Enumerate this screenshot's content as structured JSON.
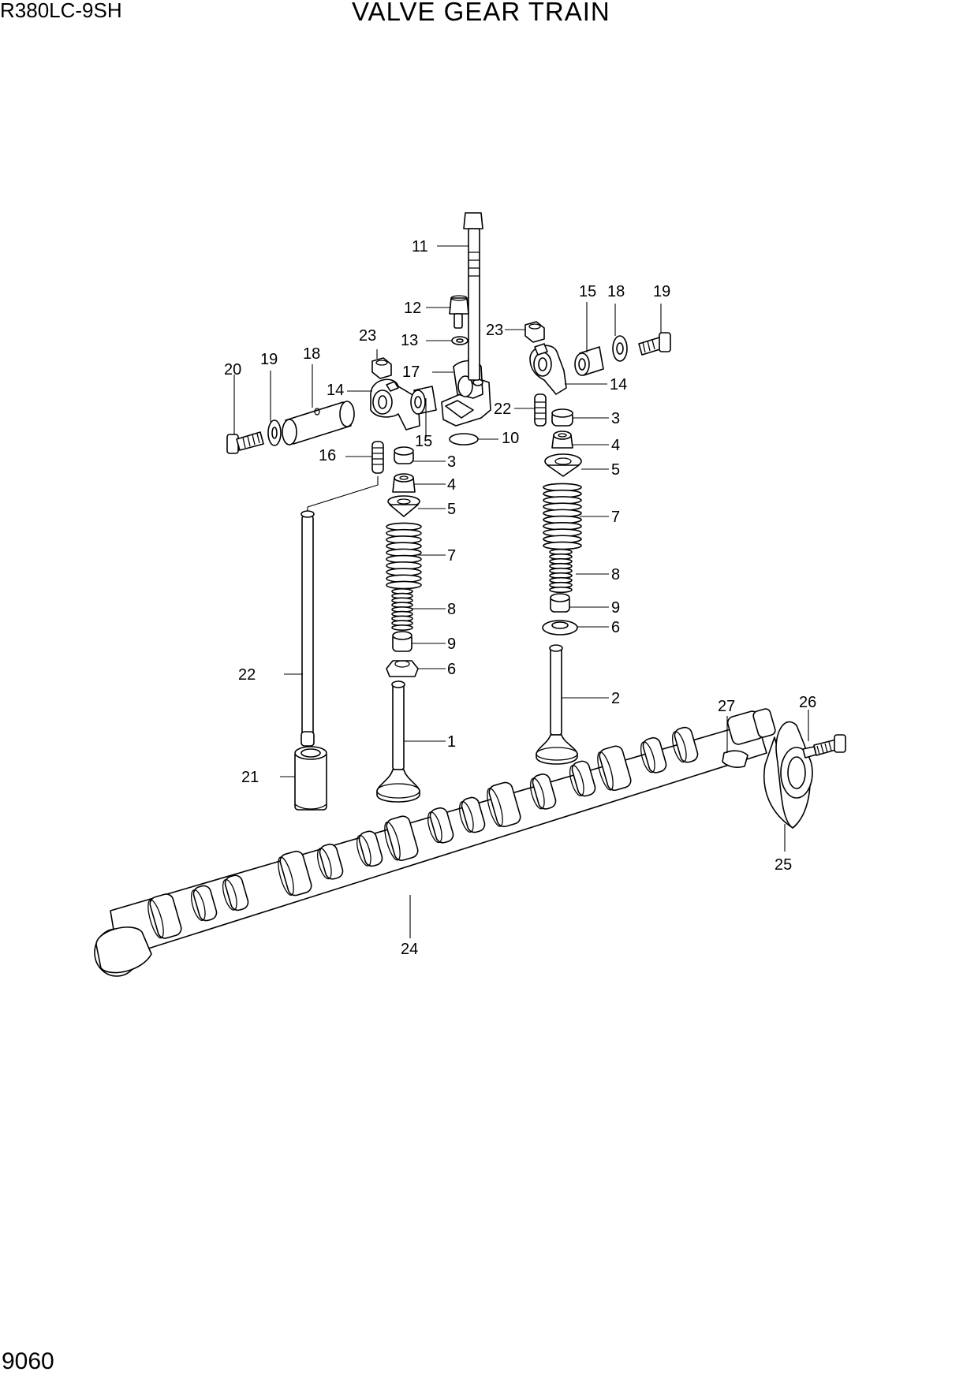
{
  "header": {
    "model": "R380LC-9SH",
    "title": "VALVE GEAR TRAIN"
  },
  "footer": {
    "page_number": "9060"
  },
  "callouts": {
    "c1": "1",
    "c2": "2",
    "c3a": "3",
    "c3b": "3",
    "c4a": "4",
    "c4b": "4",
    "c5a": "5",
    "c5b": "5",
    "c6a": "6",
    "c6b": "6",
    "c7a": "7",
    "c7b": "7",
    "c8a": "8",
    "c8b": "8",
    "c9a": "9",
    "c9b": "9",
    "c10": "10",
    "c11": "11",
    "c12": "12",
    "c13": "13",
    "c14a": "14",
    "c14b": "14",
    "c15a": "15",
    "c15b": "15",
    "c16": "16",
    "c17": "17",
    "c18a": "18",
    "c18b": "18",
    "c19a": "19",
    "c19b": "19",
    "c20": "20",
    "c21": "21",
    "c22a": "22",
    "c22b": "22",
    "c23a": "23",
    "c23b": "23",
    "c24": "24",
    "c25": "25",
    "c26": "26",
    "c27": "27"
  }
}
